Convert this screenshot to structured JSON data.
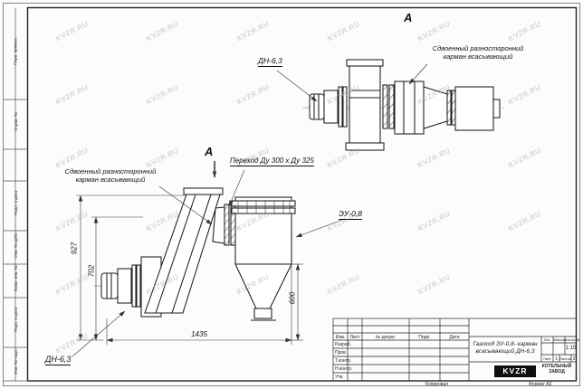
{
  "watermark": {
    "text": "KVZR.RU"
  },
  "views": {
    "plan_letter": "A",
    "section_letter": "A"
  },
  "labels": {
    "dn_top": "ДН-6,3",
    "karman_line1": "Сдвоенный разносторонний",
    "karman_line2": "карман всасывающий",
    "perehod": "Переход Ду 300 х Ду 325",
    "eu": "ЭУ-0,8",
    "dn_main": "ДН-6,3"
  },
  "dimensions": {
    "h927": "927",
    "h702": "702",
    "h600": "600",
    "l1435": "1435"
  },
  "margin": {
    "perv": "Перв. примен.",
    "sprav": "Справ. №",
    "podp1": "Подп. и дата",
    "inv_dubl": "Инв. № дубл.",
    "vzam": "Взам. инв. №",
    "podp2": "Подп. и дата",
    "inv_podl": "Инв. № подл."
  },
  "title_block": {
    "col_izm": "Изм.",
    "col_list": "Лист",
    "col_doc": "№ докум.",
    "col_podp": "Подп.",
    "col_data": "Дата",
    "row_razrab": "Разраб.",
    "row_prov": "Пров.",
    "row_tkontr": "Т.контр.",
    "row_nkontr": "Н.контр.",
    "row_utv": "Утв.",
    "title": "Газоход ЭУ-0,8- карман всасывающий ДН-6,3",
    "lit": "Лит.",
    "massa": "Масса",
    "masshtab": "Масштаб",
    "scale": "1:15",
    "sheet_label": "Лист",
    "sheet_num": "1",
    "sheets_label": "Листов",
    "sheets_num": "2",
    "logo": "KVZR",
    "company1": "КОТЕЛЬНЫЙ",
    "company2": "ЗАВОД",
    "kopiroval": "Копировал",
    "format": "Формат  А3"
  }
}
